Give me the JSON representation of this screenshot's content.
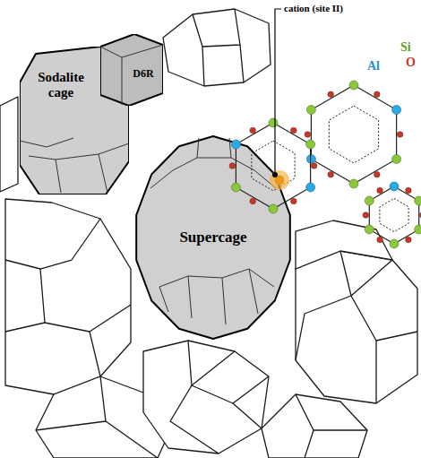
{
  "diagram": {
    "nodes": [
      {
        "text": [
          "Sodalite cage"
        ]
      },
      {
        "text": [
          "D6R"
        ]
      },
      {
        "text": [
          "Supercage"
        ]
      }
    ],
    "labels": [
      "cation (site II)",
      "Si",
      "Al",
      "O"
    ]
  }
}
